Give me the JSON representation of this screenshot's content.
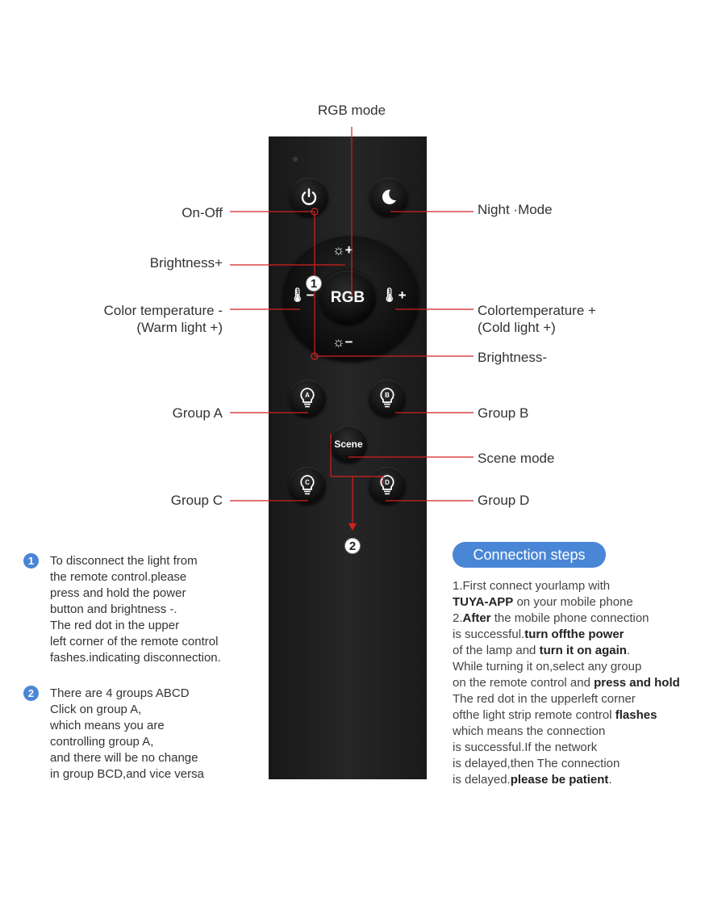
{
  "labels": {
    "rgb_mode": "RGB mode",
    "on_off": "On-Off",
    "night_mode": "Night ·Mode",
    "brightness_plus": "Brightness+",
    "color_temp_minus_1": "Color temperature -",
    "color_temp_minus_2": "(Warm light +)",
    "color_temp_plus_1": "Colortemperature +",
    "color_temp_plus_2": "(Cold light +)",
    "brightness_minus": "Brightness-",
    "group_a": "Group A",
    "group_b": "Group B",
    "scene_mode": "Scene mode",
    "group_c": "Group C",
    "group_d": "Group D"
  },
  "remote": {
    "rgb": "RGB",
    "scene": "Scene",
    "bright_plus": "☼+",
    "bright_minus": "☼−",
    "temp_minus": "🌡−",
    "temp_plus": "🌡+",
    "group_a": "A",
    "group_b": "B",
    "group_c": "C",
    "group_d": "D",
    "marker_1": "1",
    "marker_2": "2"
  },
  "notes": {
    "n1_num": "1",
    "n1_text": "To disconnect the light from\nthe remote control.please\npress and hold the power\nbutton and brightness -.\nThe red dot in the upper\nleft corner of the remote control\nfashes.indicating disconnection.",
    "n2_num": "2",
    "n2_text": "There are 4 groups ABCD\nClick on group A,\nwhich means you are\ncontrolling group A,\nand there will be no change\nin group BCD,and vice versa"
  },
  "connection": {
    "title": "Connection steps",
    "lines": [
      {
        "parts": [
          {
            "t": "1.First connect yourlamp with",
            "b": false
          }
        ]
      },
      {
        "parts": [
          {
            "t": "TUYA-APP",
            "b": true
          },
          {
            "t": " on your mobile phone",
            "b": false
          }
        ]
      },
      {
        "parts": [
          {
            "t": "2.",
            "b": false
          },
          {
            "t": "After",
            "b": true
          },
          {
            "t": " the mobile phone connection",
            "b": false
          }
        ]
      },
      {
        "parts": [
          {
            "t": "is successful.",
            "b": false
          },
          {
            "t": "turn offthe power",
            "b": true
          }
        ]
      },
      {
        "parts": [
          {
            "t": "of the lamp and ",
            "b": false
          },
          {
            "t": "turn it on again",
            "b": true
          },
          {
            "t": ".",
            "b": false
          }
        ]
      },
      {
        "parts": [
          {
            "t": "While turning it on,select any group",
            "b": false
          }
        ]
      },
      {
        "parts": [
          {
            "t": "on the remote control and ",
            "b": false
          },
          {
            "t": "press and hold",
            "b": true
          }
        ]
      },
      {
        "parts": [
          {
            "t": "The red dot in the upperleft corner",
            "b": false
          }
        ]
      },
      {
        "parts": [
          {
            "t": "ofthe light strip remote control ",
            "b": false
          },
          {
            "t": "flashes",
            "b": true
          }
        ]
      },
      {
        "parts": [
          {
            "t": "which means the connection",
            "b": false
          }
        ]
      },
      {
        "parts": [
          {
            "t": "is successful.If the network",
            "b": false
          }
        ]
      },
      {
        "parts": [
          {
            "t": "is delayed,then The connection",
            "b": false
          }
        ]
      },
      {
        "parts": [
          {
            "t": "is delayed.",
            "b": false
          },
          {
            "t": "please be patient",
            "b": true
          },
          {
            "t": ".",
            "b": false
          }
        ]
      }
    ]
  },
  "colors": {
    "line": "#d42020",
    "accent": "#4a86d6",
    "remote": "#1c1c1c"
  },
  "icons": [
    "power-icon",
    "moon-icon",
    "sun-icon",
    "thermometer-icon",
    "bulb-icon"
  ]
}
